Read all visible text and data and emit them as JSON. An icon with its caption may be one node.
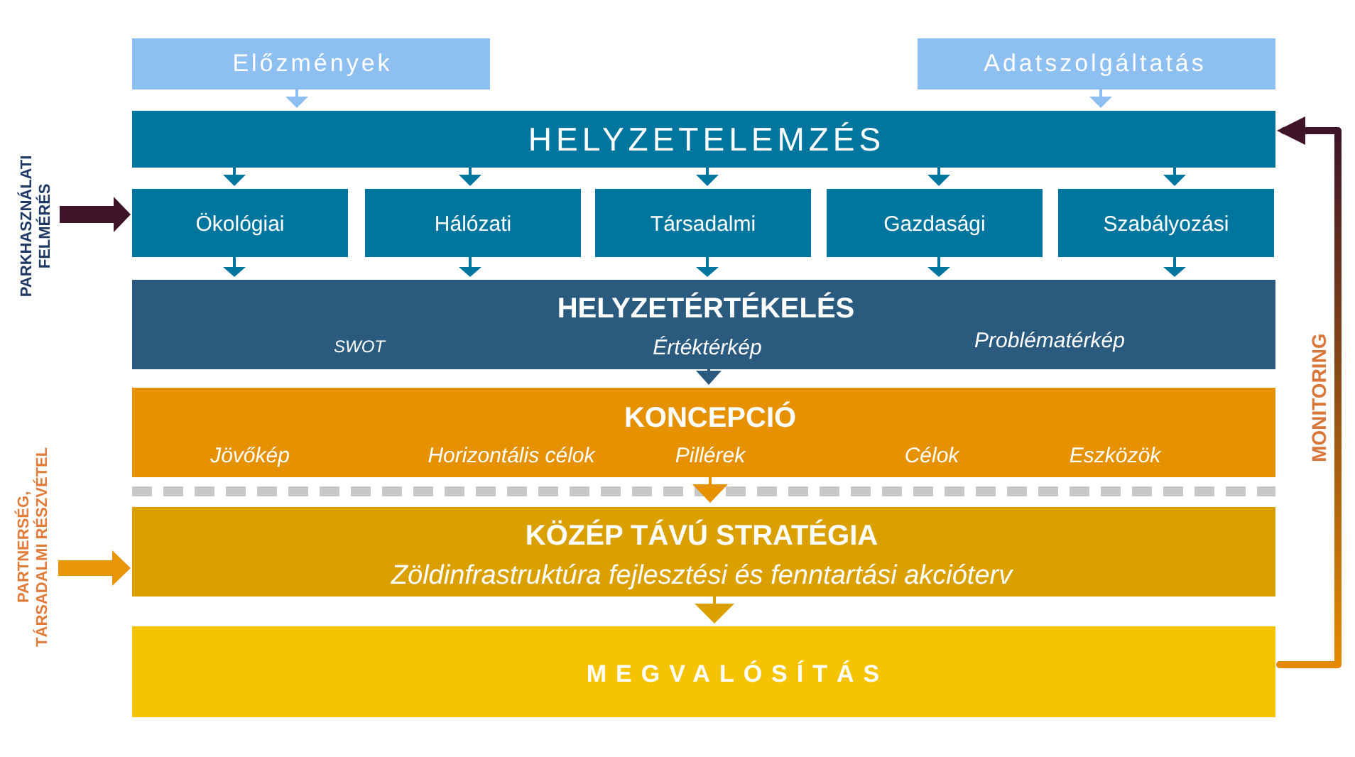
{
  "diagram": {
    "nodes": [
      {
        "text": [
          "Előzmények"
        ]
      },
      {
        "text": [
          "Adatszolgáltatás"
        ]
      },
      {
        "text": [
          "HELYZETELEMZÉS"
        ]
      },
      {
        "text": [
          "Ökológiai"
        ]
      },
      {
        "text": [
          "Hálózati"
        ]
      },
      {
        "text": [
          "Társadalmi"
        ]
      },
      {
        "text": [
          "Gazdasági"
        ]
      },
      {
        "text": [
          "Szabályozási"
        ]
      },
      {
        "text": [
          "HELYZETÉRTÉKELÉS",
          "SWOT",
          "Értéktérkép",
          "Problématérkép"
        ]
      },
      {
        "text": [
          "KONCEPCIÓ",
          "Jövőkép",
          "Horizontális célok",
          "Pillérek",
          "Célok",
          "Eszközök"
        ]
      },
      {
        "text": [
          "KÖZÉP TÁVÚ STRATÉGIA",
          "Zöldinfrastruktúra fejlesztési és fenntartási akcióterv"
        ]
      },
      {
        "text": [
          "MEGVALÓSÍTÁS"
        ]
      },
      {
        "text": [
          "PARKHASZNÁLATI FELMÉRÉS"
        ]
      },
      {
        "text": [
          "PARTNERSÉG, TÁRSADALMI RÉSZVÉTEL"
        ]
      }
    ],
    "edges": [
      {
        "from": 0,
        "to": 2,
        "arrow": "to",
        "color": "#8dbff0"
      },
      {
        "from": 1,
        "to": 2,
        "arrow": "to",
        "color": "#8dbff0"
      },
      {
        "from": 2,
        "to": 3,
        "arrow": "to"
      },
      {
        "from": 2,
        "to": 4,
        "arrow": "to"
      },
      {
        "from": 2,
        "to": 5,
        "arrow": "to"
      },
      {
        "from": 2,
        "to": 6,
        "arrow": "to"
      },
      {
        "from": 2,
        "to": 7,
        "arrow": "to"
      },
      {
        "from": 3,
        "to": 8,
        "arrow": "to"
      },
      {
        "from": 4,
        "to": 8,
        "arrow": "to"
      },
      {
        "from": 5,
        "to": 8,
        "arrow": "to"
      },
      {
        "from": 6,
        "to": 8,
        "arrow": "to"
      },
      {
        "from": 7,
        "to": 8,
        "arrow": "to"
      },
      {
        "from": 8,
        "to": 9,
        "arrow": "to",
        "color": "#2a5a7e"
      },
      {
        "from": 9,
        "to": 10,
        "arrow": "to",
        "color": "#e59100"
      },
      {
        "from": 10,
        "to": 11,
        "arrow": "to",
        "color": "#d9a000"
      },
      {
        "from": 12,
        "to": 3,
        "arrow": "to",
        "style": "thick",
        "color": "#3d1428"
      },
      {
        "from": 13,
        "to": 10,
        "arrow": "to",
        "style": "thick",
        "color": "#e8950a"
      },
      {
        "from": 11,
        "to": 2,
        "arrow": "to",
        "label": "MONITORING",
        "style": "thick",
        "color": "#3d1428"
      }
    ]
  }
}
